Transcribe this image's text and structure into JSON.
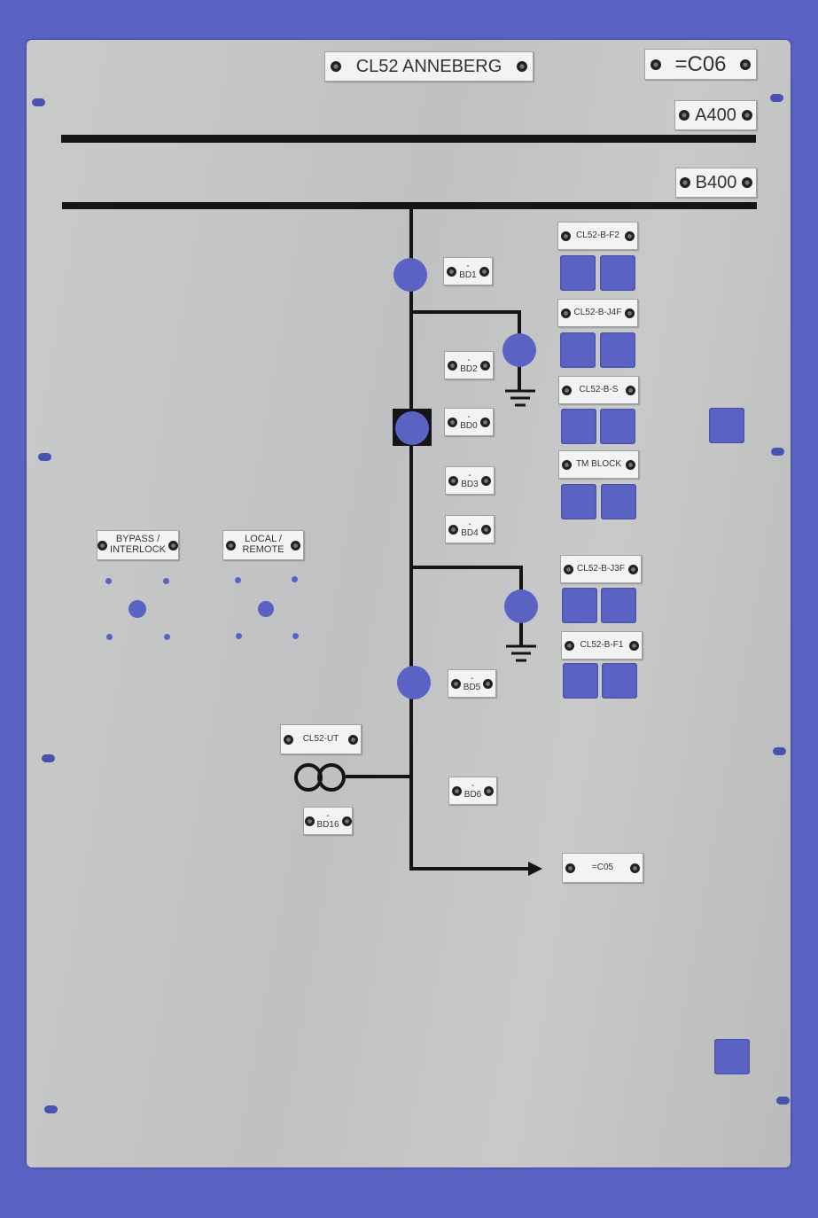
{
  "panel": {
    "title": "CL52 ANNEBERG",
    "cubicle": "=C06",
    "busbars": [
      "A400",
      "B400"
    ],
    "devices": {
      "bd1": "-BD1",
      "bd2": "-BD2",
      "bd0": "-BD0",
      "bd3": "-BD3",
      "bd4": "-BD4",
      "bd5": "-BD5",
      "bd6": "-BD6",
      "bd16": "-BD16",
      "ut": "CL52-UT",
      "c05": "=C05"
    },
    "switches": {
      "bypass": "BYPASS /\nINTERLOCK",
      "local": "LOCAL /\nREMOTE"
    },
    "right_column": [
      "CL52-B-F2",
      "CL52-B-J4F",
      "CL52-B-S",
      "TM BLOCK",
      "CL52-B-J3F",
      "CL52-B-F1"
    ]
  },
  "colors": {
    "background": "#5a62c4",
    "panel": "#c4c6c6",
    "line": "#151515"
  }
}
